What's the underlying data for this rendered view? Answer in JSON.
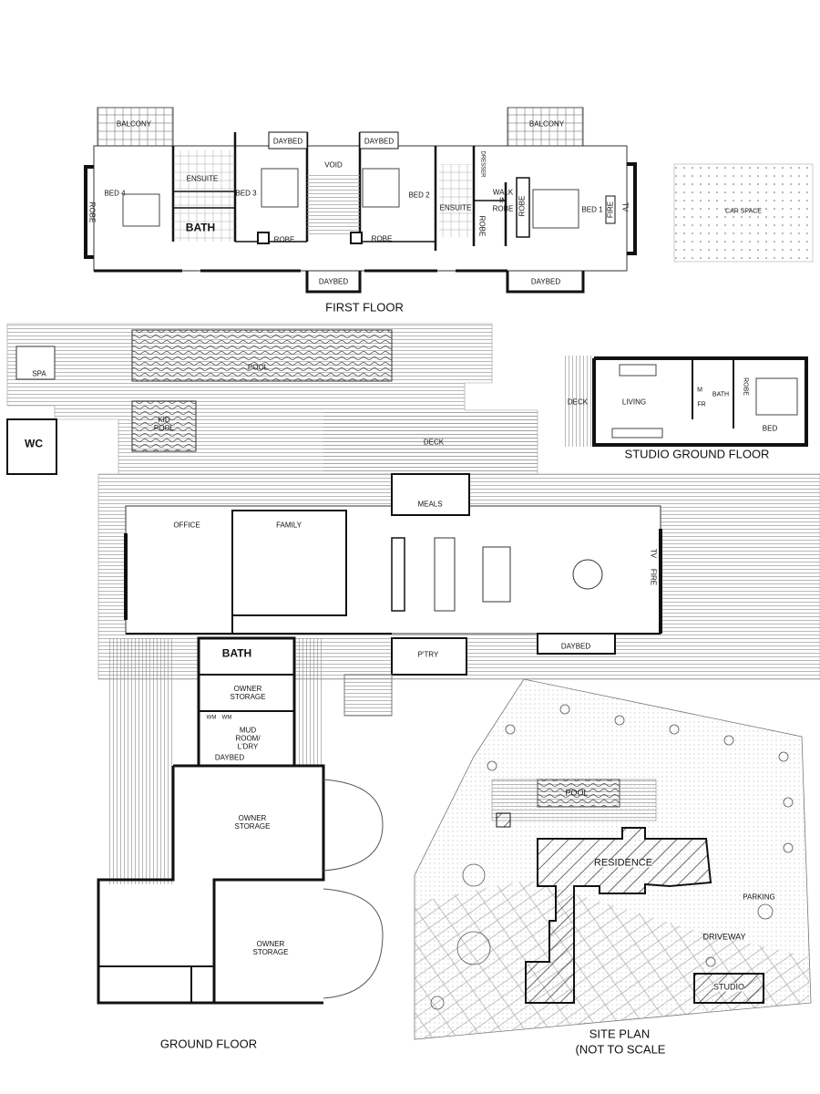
{
  "first_floor": {
    "title": "FIRST FLOOR",
    "rooms": {
      "balcony_left": "BALCONY",
      "balcony_right": "BALCONY",
      "bed4": "BED 4",
      "robe_bed4": "ROBE",
      "ensuite_left": "ENSUITE",
      "bath": "BATH",
      "bed3": "BED 3",
      "daybed_bed3": "DAYBED",
      "robe_bed3": "ROBE",
      "void": "VOID",
      "bed2": "BED 2",
      "daybed_bed2": "DAYBED",
      "robe_bed2": "ROBE",
      "ensuite_right": "ENSUITE",
      "dresser": "DRESSER",
      "walk_in_robe": "WALK IN ROBE",
      "robe_wir": "ROBE",
      "robe_bed1": "ROBE",
      "bed1": "BED 1",
      "fire": "FIRE",
      "tv": "TV",
      "daybed_hall": "DAYBED",
      "daybed_bed1": "DAYBED"
    }
  },
  "car_space": "CAR SPACE",
  "studio": {
    "title": "STUDIO GROUND FLOOR",
    "rooms": {
      "deck": "DECK",
      "living": "LIVING",
      "m": "M",
      "fr": "FR",
      "bath": "BATH",
      "robe": "ROBE",
      "bed": "BED"
    }
  },
  "ground_floor": {
    "title": "GROUND FLOOR",
    "rooms": {
      "spa": "SPA",
      "pool": "POOL",
      "kid_pool": "KID POOL",
      "wc": "WC",
      "deck": "DECK",
      "meals": "MEALS",
      "office": "OFFICE",
      "family": "FAMILY",
      "tv": "TV",
      "fire": "FIRE",
      "bath": "BATH",
      "pantry": "P'TRY",
      "daybed_main": "DAYBED",
      "owner_storage_1": "OWNER STORAGE",
      "wm1": "WM",
      "wm2": "WM",
      "mud_room": "MUD ROOM/ L'DRY",
      "daybed_mud": "DAYBED",
      "owner_storage_2": "OWNER STORAGE",
      "owner_storage_3": "OWNER STORAGE"
    }
  },
  "site_plan": {
    "title": "SITE PLAN",
    "subtitle": "(NOT TO SCALE",
    "labels": {
      "pool": "POOL",
      "residence": "RESIDENCE",
      "parking": "PARKING",
      "driveway": "DRIVEWAY",
      "studio": "STUDIO"
    }
  },
  "colors": {
    "ink": "#111111",
    "paper": "#ffffff",
    "deck_lines": "#888888"
  }
}
